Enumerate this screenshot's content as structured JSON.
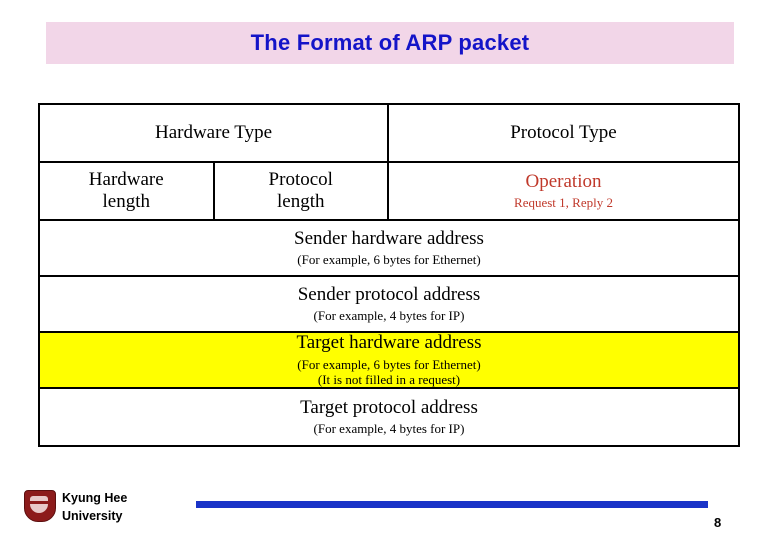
{
  "slide": {
    "title": "The Format of ARP packet",
    "title_color": "#1414c8",
    "banner_color": "#f2d6e8",
    "highlight_color": "#ffff00",
    "accent_color": "#1a34c8",
    "number": "8"
  },
  "packet": {
    "rows": [
      {
        "name": "row-types",
        "cells": [
          {
            "name": "hardware-type",
            "label": "Hardware Type",
            "sub": "",
            "width": "half",
            "color": "black"
          },
          {
            "name": "protocol-type",
            "label": "Protocol Type",
            "sub": "",
            "width": "half",
            "color": "black"
          }
        ]
      },
      {
        "name": "row-lengths-operation",
        "cells": [
          {
            "name": "hardware-length",
            "label": "Hardware\nlength",
            "sub": "",
            "width": "quarter",
            "color": "black"
          },
          {
            "name": "protocol-length",
            "label": "Protocol\nlength",
            "sub": "",
            "width": "quarter",
            "color": "black"
          },
          {
            "name": "operation",
            "label": "Operation",
            "sub": "Request 1, Reply 2",
            "width": "half",
            "color": "red"
          }
        ]
      },
      {
        "name": "row-sender-hardware-address",
        "cells": [
          {
            "name": "sender-hardware-address",
            "label": "Sender hardware address",
            "sub": "(For example, 6 bytes for Ethernet)",
            "width": "full",
            "color": "black"
          }
        ]
      },
      {
        "name": "row-sender-protocol-address",
        "cells": [
          {
            "name": "sender-protocol-address",
            "label": "Sender protocol address",
            "sub": "(For example, 4 bytes for IP)",
            "width": "full",
            "color": "black"
          }
        ]
      },
      {
        "name": "row-target-hardware-address",
        "cells": [
          {
            "name": "target-hardware-address",
            "label": "Target hardware address",
            "sub": "(For example, 6 bytes for Ethernet)\n(It is not filled in a request)",
            "width": "full",
            "color": "black"
          }
        ]
      },
      {
        "name": "row-target-protocol-address",
        "cells": [
          {
            "name": "target-protocol-address",
            "label": "Target protocol address",
            "sub": "(For example, 4 bytes for IP)",
            "width": "full",
            "color": "black"
          }
        ]
      }
    ]
  },
  "footer": {
    "institution_line1": "Kyung Hee",
    "institution_line2": "University",
    "logo_icon": "university-crest-icon"
  },
  "cells": {
    "hardware_type": "Hardware Type",
    "protocol_type": "Protocol Type",
    "hardware_length_1": "Hardware",
    "hardware_length_2": "length",
    "protocol_length_1": "Protocol",
    "protocol_length_2": "length",
    "operation": "Operation",
    "operation_sub": "Request 1, Reply 2",
    "sender_hw": "Sender hardware address",
    "sender_hw_sub": "(For example, 6 bytes for Ethernet)",
    "sender_proto": "Sender protocol address",
    "sender_proto_sub": "(For example, 4 bytes for IP)",
    "target_hw": "Target hardware address",
    "target_hw_sub1": "(For example, 6 bytes for Ethernet)",
    "target_hw_sub2": "(It is not filled in a request)",
    "target_proto": "Target protocol address",
    "target_proto_sub": "(For example, 4 bytes for IP)"
  }
}
